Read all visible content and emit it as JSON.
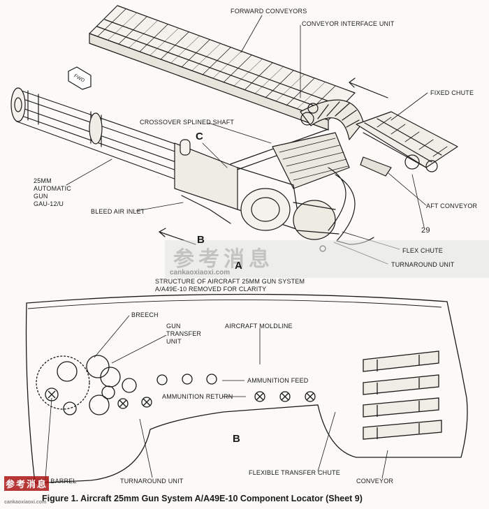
{
  "labels_a": {
    "forward_conveyors": "FORWARD CONVEYORS",
    "conveyor_interface_unit": "CONVEYOR INTERFACE UNIT",
    "fixed_chute": "FIXED CHUTE",
    "crossover_splined_shaft": "CROSSOVER SPLINED SHAFT",
    "c_marker": "C",
    "gun_line1": "25MM",
    "gun_line2": "AUTOMATIC",
    "gun_line3": "GUN",
    "gun_line4": "GAU-12/U",
    "bleed_air_inlet": "BLEED AIR INLET",
    "aft_conveyor": "AFT CONVEYOR",
    "ref_number": "29",
    "flex_chute": "FLEX CHUTE",
    "turnaround_unit": "TURNAROUND UNIT",
    "b_marker": "B",
    "fwd": "FWD",
    "view_a": "A",
    "note_line1": "STRUCTURE OF AIRCRAFT 25MM GUN SYSTEM",
    "note_line2": "A/A49E-10 REMOVED FOR CLARITY"
  },
  "labels_b": {
    "breech": "BREECH",
    "gun_transfer_line1": "GUN",
    "gun_transfer_line2": "TRANSFER",
    "gun_transfer_line3": "UNIT",
    "aircraft_moldline": "AIRCRAFT MOLDLINE",
    "ammunition_feed": "AMMUNITION FEED",
    "ammunition_return": "AMMUNITION RETURN",
    "view_b": "B",
    "firing_barrel": "FIRING BARREL",
    "turnaround_unit": "TURNAROUND UNIT",
    "flexible_transfer_chute": "FLEXIBLE TRANSFER CHUTE",
    "conveyor": "CONVEYOR"
  },
  "caption": "Figure 1. Aircraft 25mm Gun System A/A49E-10 Component Locator (Sheet 9)",
  "watermark": {
    "cn": "参考消息",
    "url": "cankaoxiaoxi.com",
    "cn_small": "参考消息",
    "url_small": "cankaoxiaoxi.com"
  }
}
